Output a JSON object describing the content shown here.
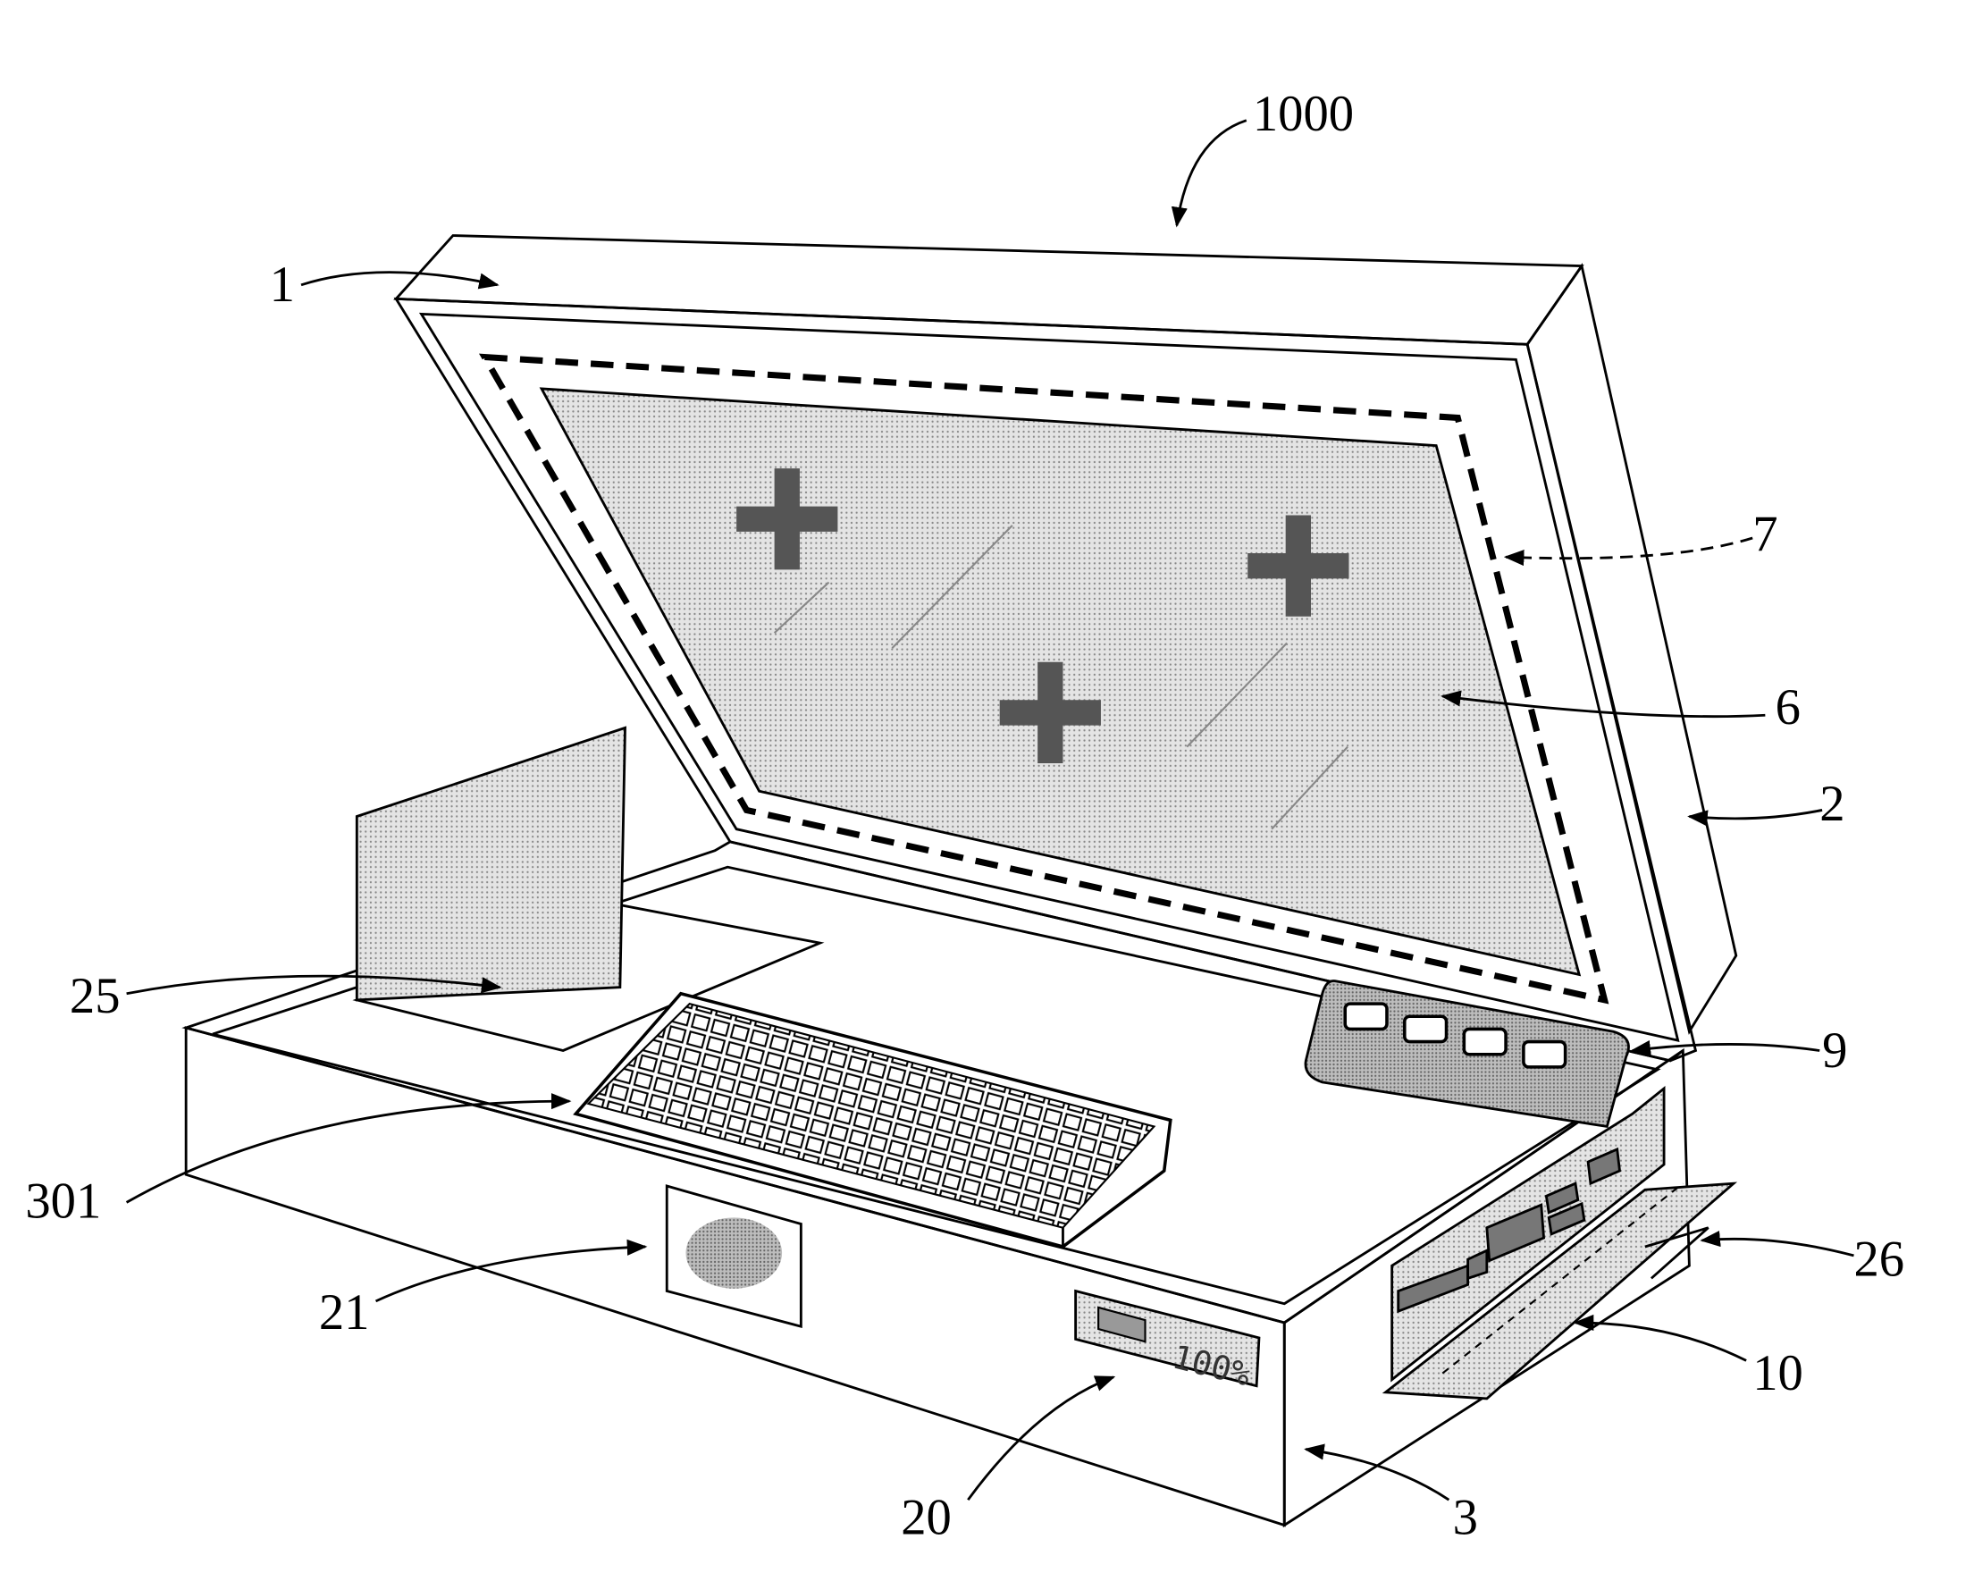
{
  "figure": {
    "labels": {
      "device": "1000",
      "lid": "1",
      "frame_dashed": "7",
      "screen": "6",
      "lid_side": "2",
      "side_screen": "25",
      "control_panel": "9",
      "keyboard": "301",
      "cover": "26",
      "fingerprint": "21",
      "port_panel": "10",
      "battery_display": "20",
      "base": "3"
    },
    "battery_display_text": "100%"
  }
}
